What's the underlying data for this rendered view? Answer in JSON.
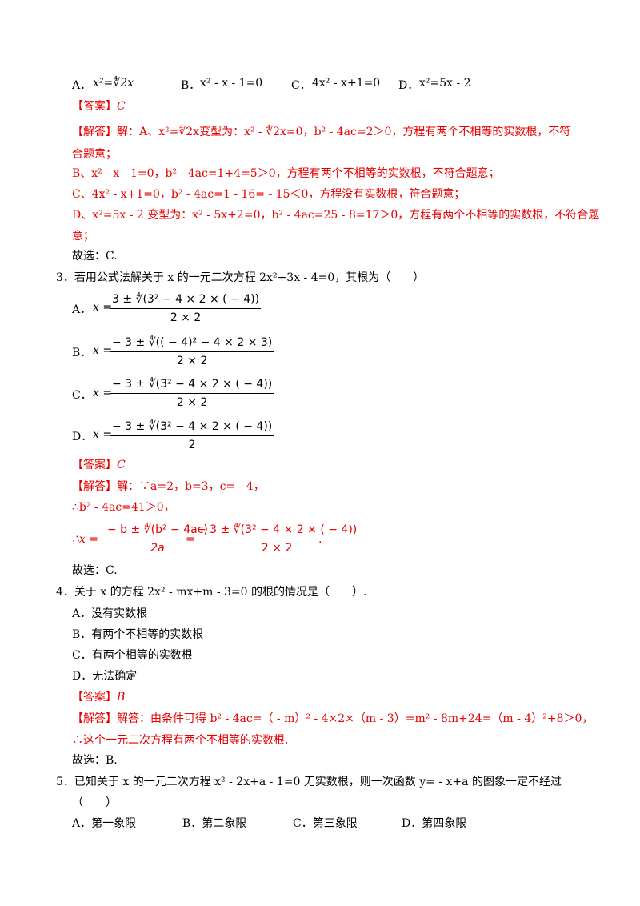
{
  "q2": {
    "options": {
      "a_label": "A．",
      "a_expr": "x²=∜2x",
      "b_label": "B．",
      "b_expr": "x² - x - 1=0",
      "c_label": "C．",
      "c_expr": "4x² - x+1=0",
      "d_label": "D．",
      "d_expr": "x²=5x - 2"
    },
    "answer_tag": "【答案】",
    "answer": "C",
    "analysis_tag": "【解答】",
    "analysis_lines": [
      "解：A、x²=∜2x变型为：x² - ∜2x=0，b² - 4ac=2＞0，方程有两个不相等的实数根，不符",
      "合题意；",
      "B、x² - x - 1=0，b² - 4ac=1+4=5＞0，方程有两个不相等的实数根，不符合题意；",
      "C、4x² - x+1=0，b² - 4ac=1 - 16= - 15＜0，方程没有实数根，符合题意；",
      "D、x²=5x - 2 变型为：x² - 5x+2=0，b² - 4ac=25 - 8=17＞0，方程有两个不相等的实数根，不符合题",
      "意；"
    ],
    "conclusion": "故选：C."
  },
  "q3": {
    "stem": "3．若用公式法解关于 x 的一元二次方程 2x²+3x - 4=0，其根为（　　）",
    "options": [
      {
        "label": "A．",
        "lhs": "x =",
        "num": "3 ± ∜(3² − 4 × 2 × ( − 4))",
        "den": "2 × 2"
      },
      {
        "label": "B．",
        "lhs": "x =",
        "num": "− 3 ± ∜(( − 4)² − 4 × 2 × 3)",
        "den": "2 × 2"
      },
      {
        "label": "C．",
        "lhs": "x =",
        "num": "− 3 ± ∜(3² − 4 × 2 × ( − 4))",
        "den": "2 × 2"
      },
      {
        "label": "D．",
        "lhs": "x =",
        "num": "− 3 ± ∜(3² − 4 × 2 × ( − 4))",
        "den": "2"
      }
    ],
    "answer_tag": "【答案】",
    "answer": "C",
    "analysis_tag": "【解答】",
    "analysis_line1": "解：∵a=2，b=3，c= - 4，",
    "analysis_line2": "∴b² - 4ac=41＞0，",
    "final_lhs": "∴x =",
    "final_num1": "− b ± ∜(b² − 4ac)",
    "final_den1": "2a",
    "final_eq": "=",
    "final_num2": "− 3 ± ∜(3² − 4 × 2 × ( − 4))",
    "final_den2": "2 × 2",
    "final_dot": ".",
    "conclusion": "故选：C."
  },
  "q4": {
    "stem": "4．关于 x 的方程 2x² - mx+m - 3=0 的根的情况是（　　）.",
    "options": [
      "A．没有实数根",
      "B．有两个不相等的实数根",
      "C．有两个相等的实数根",
      "D．无法确定"
    ],
    "answer_tag": "【答案】",
    "answer": "B",
    "analysis_tag": "【解答】",
    "analysis_lines": [
      "解答：由条件可得 b² - 4ac=（ - m）² - 4×2×（m - 3）=m² - 8m+24=（m - 4）²+8＞0，",
      "∴这个一元二次方程有两个不相等的实数根."
    ],
    "conclusion": "故选：B."
  },
  "q5": {
    "stem_line1": "5．已知关于 x 的一元二次方程 x² - 2x+a - 1=0 无实数根，则一次函数 y= - x+a 的图象一定不经过",
    "stem_line2": "（　　）",
    "options": [
      "A．第一象限",
      "B．第二象限",
      "C．第三象限",
      "D．第四象限"
    ]
  }
}
